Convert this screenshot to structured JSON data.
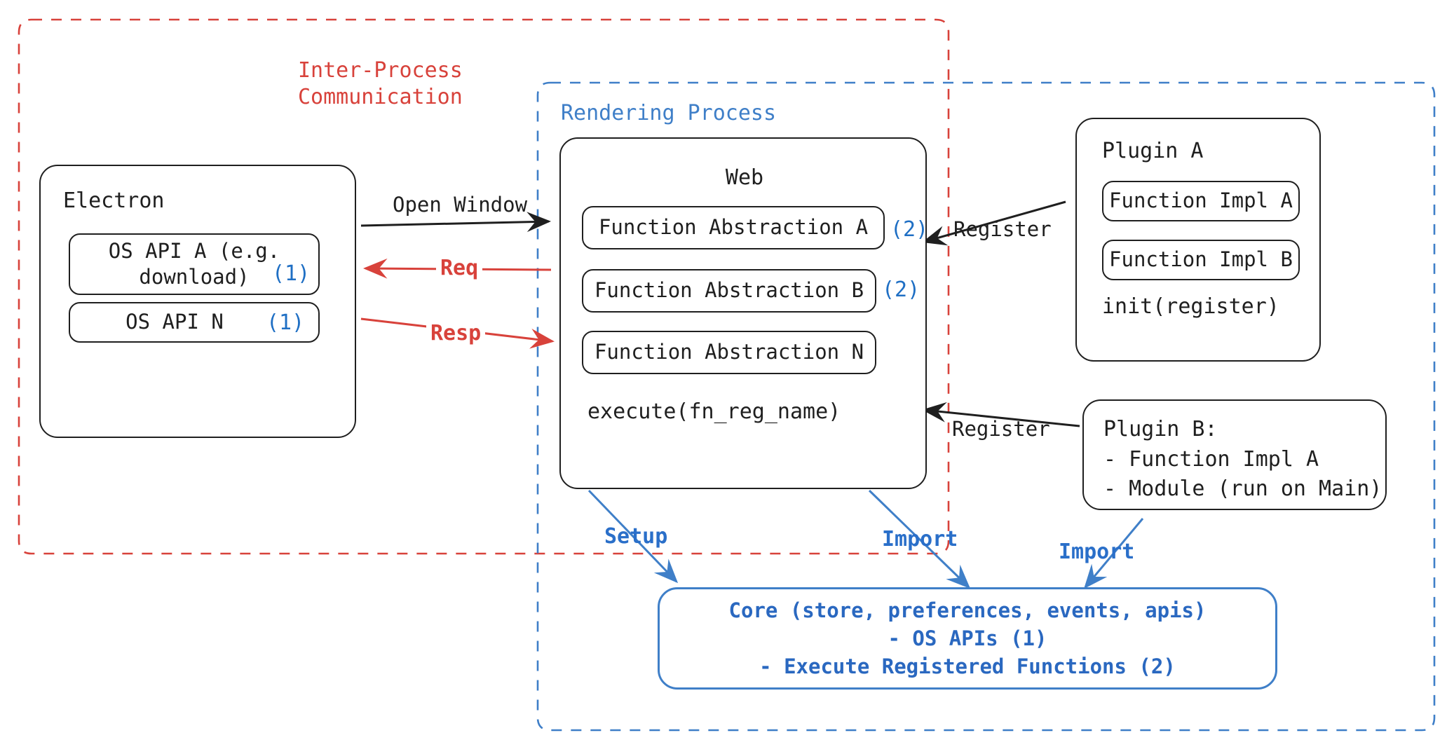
{
  "diagram": {
    "title": "Electron plugin architecture",
    "colors": {
      "ipc_red": "#d8423b",
      "render_blue": "#3f7fc8",
      "accent_blue": "#1f6fc4",
      "core_blue": "#2a68c0",
      "stroke_black": "#1f1f1f"
    },
    "groups": [
      {
        "name": "inter-process-communication",
        "label": "Inter-Process\nCommunication",
        "style": "dashed",
        "color": "#d8423b"
      },
      {
        "name": "rendering-process",
        "label": "Rendering Process",
        "style": "dashed",
        "color": "#3f7fc8"
      }
    ],
    "nodes": {
      "electron": {
        "title": "Electron",
        "children": [
          {
            "label": "OS API A (e.g.\ndownload)",
            "marker": "(1)"
          },
          {
            "label": "OS API N",
            "marker": "(1)"
          }
        ]
      },
      "web": {
        "title": "Web",
        "children": [
          {
            "label": "Function Abstraction A",
            "marker": "(2)"
          },
          {
            "label": "Function Abstraction B",
            "marker": "(2)"
          },
          {
            "label": "Function Abstraction N",
            "marker": ""
          }
        ],
        "footer": "execute(fn_reg_name)"
      },
      "plugin_a": {
        "title": "Plugin A",
        "children": [
          {
            "label": "Function Impl A"
          },
          {
            "label": "Function Impl B"
          }
        ],
        "footer": "init(register)"
      },
      "plugin_b": {
        "lines": "Plugin B:\n- Function Impl A\n- Module (run on Main)"
      },
      "core": {
        "lines": "Core (store, preferences, events, apis)\n- OS APIs (1)\n- Execute Registered Functions (2)"
      }
    },
    "edges": [
      {
        "name": "open-window",
        "label": "Open Window",
        "color": "#1f1f1f"
      },
      {
        "name": "req",
        "label": "Req",
        "color": "#d8423b"
      },
      {
        "name": "resp",
        "label": "Resp",
        "color": "#d8423b"
      },
      {
        "name": "register-plugin-a",
        "label": "Register",
        "color": "#1f1f1f"
      },
      {
        "name": "register-plugin-b",
        "label": "Register",
        "color": "#1f1f1f"
      },
      {
        "name": "setup",
        "label": "Setup",
        "color": "#2a6fc9"
      },
      {
        "name": "import-web",
        "label": "Import",
        "color": "#2a6fc9"
      },
      {
        "name": "import-plugin-b",
        "label": "Import",
        "color": "#2a6fc9"
      }
    ]
  }
}
